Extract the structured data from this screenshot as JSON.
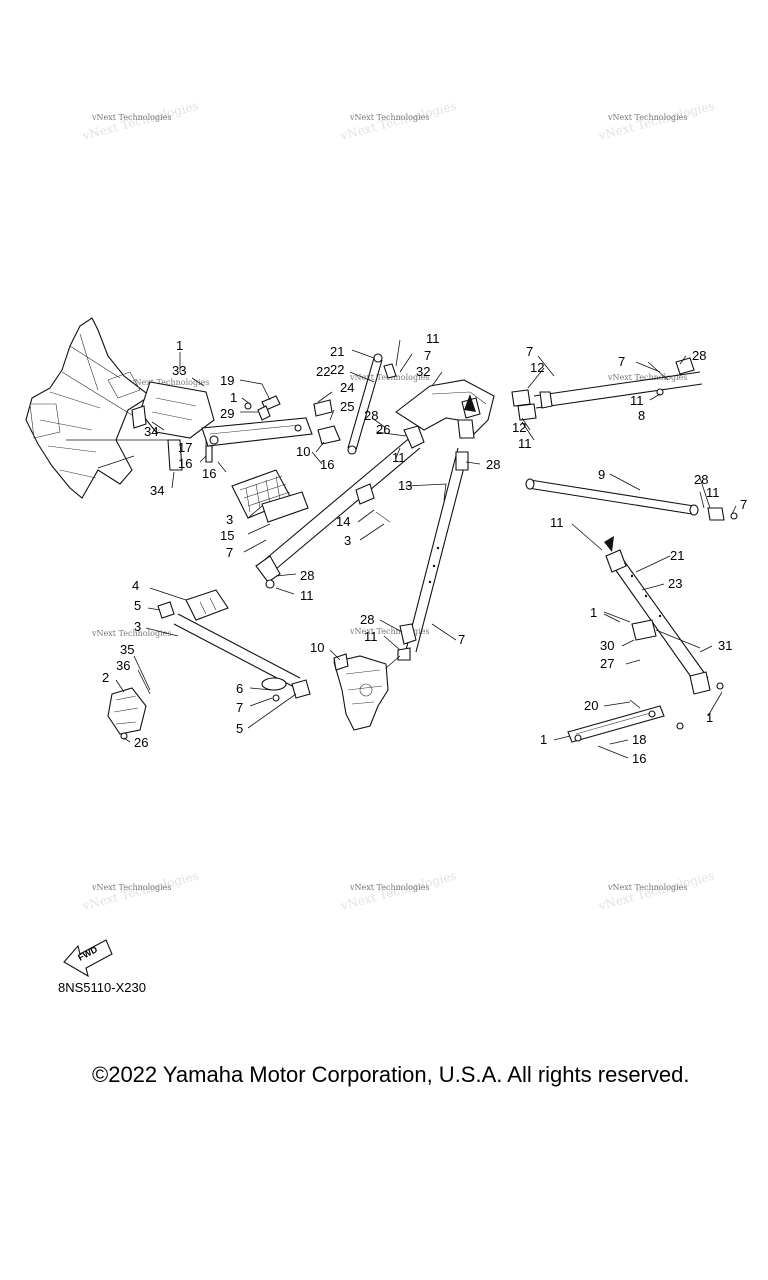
{
  "watermark": {
    "text": "vNext Technologies"
  },
  "callouts": {
    "c1": "1",
    "c33": "33",
    "c19": "19",
    "c1b": "1",
    "c29": "29",
    "c34a": "34",
    "c17": "17",
    "c16a": "16",
    "c16b": "16",
    "c34b": "34",
    "c3a": "3",
    "c15": "15",
    "c7a": "7",
    "c21a": "21",
    "c11a": "11",
    "c7b": "7",
    "c22a": "22",
    "c32": "32",
    "c22b": "22",
    "c24": "24",
    "c25": "25",
    "c28a": "28",
    "c26a": "26",
    "c10a": "10",
    "c16c": "16",
    "c11b": "11",
    "c13": "13",
    "c28b": "28",
    "c14": "14",
    "c3b": "3",
    "c28c": "28",
    "c11c": "11",
    "c7c": "7",
    "c12a": "12",
    "c12b": "12",
    "c11d": "11",
    "c7d": "7",
    "c28d": "28",
    "c11e": "11",
    "c8": "8",
    "c9": "9",
    "c28e": "28",
    "c11f": "11",
    "c7e": "7",
    "c11g": "11",
    "c21b": "21",
    "c23": "23",
    "c1c": "1",
    "c30": "30",
    "c31": "31",
    "c27": "27",
    "c20": "20",
    "c1d": "1",
    "c1e": "1",
    "c18": "18",
    "c16d": "16",
    "c4": "4",
    "c5a": "5",
    "c3c": "3",
    "c35": "35",
    "c36": "36",
    "c2": "2",
    "c6": "6",
    "c7f": "7",
    "c5b": "5",
    "c26b": "26",
    "c10b": "10",
    "c28f": "28",
    "c11h": "11",
    "c7g": "7"
  },
  "fwd_label": "FWD",
  "diagram_code": "8NS5110-X230",
  "copyright": "©2022 Yamaha Motor Corporation, U.S.A. All rights reserved."
}
